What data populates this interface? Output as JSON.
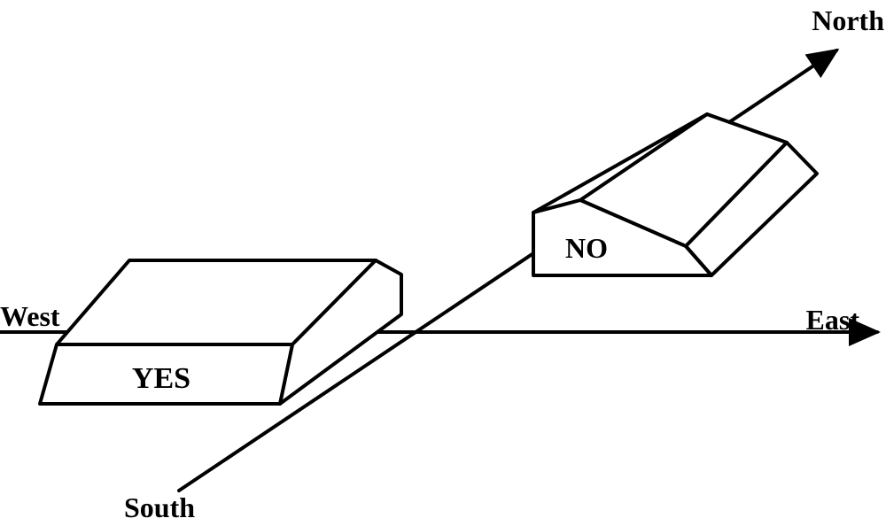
{
  "diagram": {
    "axes": {
      "north": "North",
      "south": "South",
      "east": "East",
      "west": "West"
    },
    "blocks": [
      {
        "id": "yes",
        "label": "YES"
      },
      {
        "id": "no",
        "label": "NO"
      }
    ],
    "colors": {
      "line": "#000000",
      "background": "#ffffff"
    }
  }
}
